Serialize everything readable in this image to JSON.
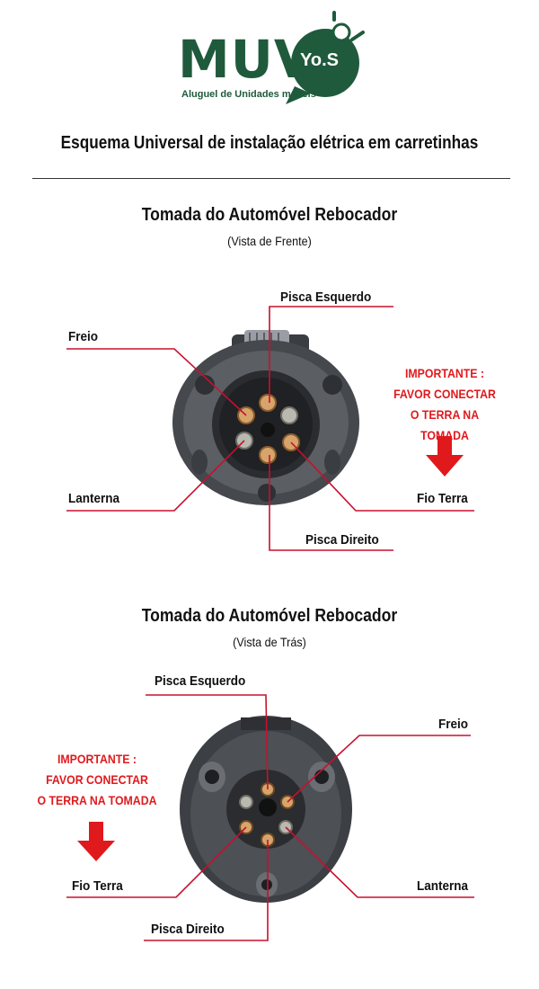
{
  "logo": {
    "brand": "MUV",
    "badge": "Yo.S",
    "tagline": "Aluguel de Unidades móveis",
    "brand_color": "#1f5a3c"
  },
  "headline": "Esquema Universal de instalação elétrica em carretinhas",
  "accent_color": "#c8102e",
  "front": {
    "title": "Tomada  do Automóvel Rebocador",
    "subtitle": "(Vista de Frente)",
    "labels": {
      "pisca_esquerdo": "Pisca Esquerdo",
      "freio": "Freio",
      "lanterna": "Lanterna",
      "fio_terra": "Fio Terra",
      "pisca_direito": "Pisca Direito"
    },
    "note": [
      "IMPORTANTE :",
      "FAVOR CONECTAR",
      "O TERRA NA TOMADA"
    ]
  },
  "back": {
    "title": "Tomada  do Automóvel Rebocador",
    "subtitle": "(Vista de Trás)",
    "labels": {
      "pisca_esquerdo": "Pisca Esquerdo",
      "freio": "Freio",
      "lanterna": "Lanterna",
      "fio_terra": "Fio Terra",
      "pisca_direito": "Pisca Direito"
    },
    "note": [
      "IMPORTANTE :",
      "FAVOR CONECTAR",
      "O TERRA NA TOMADA"
    ]
  }
}
